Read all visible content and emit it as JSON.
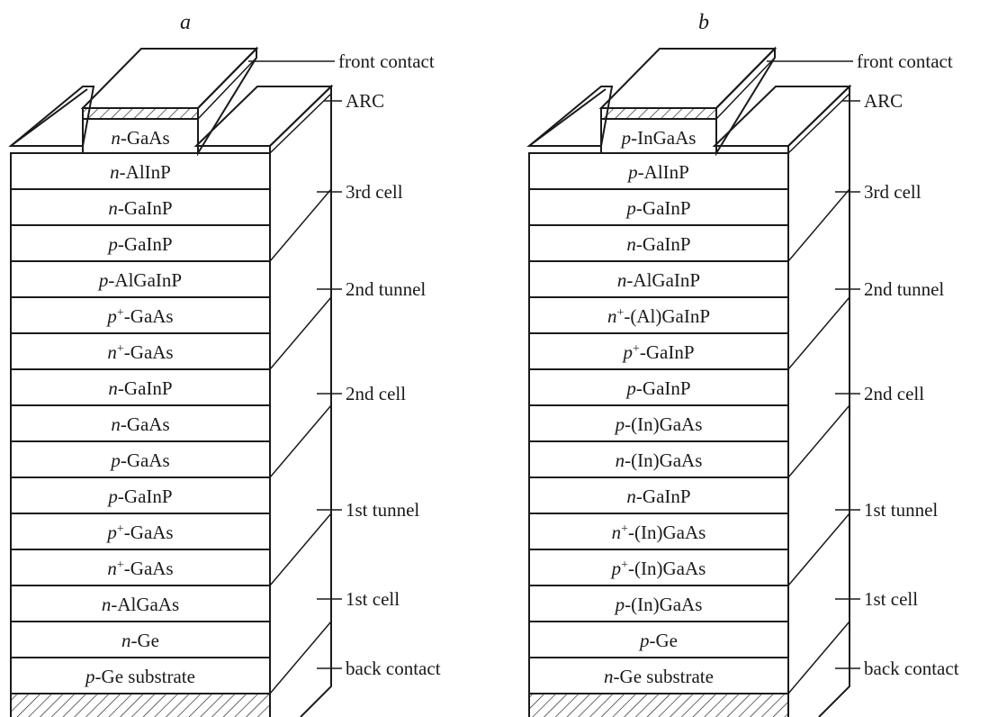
{
  "diagrams": [
    {
      "title": "a",
      "contact_label": "n-GaAs",
      "layers": [
        "n-AlInP",
        "n-GaInP",
        "p-GaInP",
        "p-AlGaInP",
        "p⁺-GaAs",
        "n⁺-GaAs",
        "n-GaInP",
        "n-GaAs",
        "p-GaAs",
        "p-GaInP",
        "p⁺-GaAs",
        "n⁺-GaAs",
        "n-AlGaAs",
        "n-Ge",
        "p-Ge substrate"
      ],
      "callouts": [
        "front contact",
        "ARC",
        "3rd cell",
        "2nd tunnel",
        "2nd cell",
        "1st tunnel",
        "1st cell",
        "back contact"
      ]
    },
    {
      "title": "b",
      "contact_label": "p-InGaAs",
      "layers": [
        "p-AlInP",
        "p-GaInP",
        "n-GaInP",
        "n-AlGaInP",
        "n⁺-(Al)GaInP",
        "p⁺-GaInP",
        "p-GaInP",
        "p-(In)GaAs",
        "n-(In)GaAs",
        "n-GaInP",
        "n⁺-(In)GaAs",
        "p⁺-(In)GaAs",
        "p-(In)GaAs",
        "p-Ge",
        "n-Ge substrate"
      ],
      "callouts": [
        "front contact",
        "ARC",
        "3rd cell",
        "2nd tunnel",
        "2nd cell",
        "1st tunnel",
        "1st cell",
        "back contact"
      ]
    }
  ],
  "colors": {
    "line": "#1a1a1a",
    "background": "#ffffff"
  }
}
